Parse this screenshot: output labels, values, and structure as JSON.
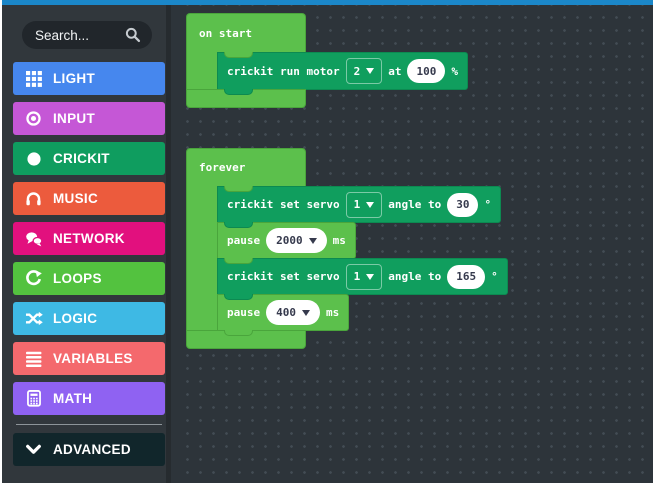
{
  "chrome": {
    "top_bar_color": "#1b87c9",
    "sidebar_bg": "#31373c",
    "workspace_bg": "#2d343a"
  },
  "sidebar": {
    "search": {
      "placeholder": "Search...",
      "icon": "search-icon"
    },
    "categories": [
      {
        "label": "LIGHT",
        "color": "#4687ee",
        "icon": "grid-icon"
      },
      {
        "label": "INPUT",
        "color": "#c557d6",
        "icon": "target-icon"
      },
      {
        "label": "CRICKIT",
        "color": "#0f9d5f",
        "icon": "circle-icon"
      },
      {
        "label": "MUSIC",
        "color": "#ec5b3d",
        "icon": "headphones-icon"
      },
      {
        "label": "NETWORK",
        "color": "#e2107e",
        "icon": "chat-icon"
      },
      {
        "label": "LOOPS",
        "color": "#53c23f",
        "icon": "refresh-icon"
      },
      {
        "label": "LOGIC",
        "color": "#3eb9e4",
        "icon": "shuffle-icon"
      },
      {
        "label": "VARIABLES",
        "color": "#f4696d",
        "icon": "lines-icon"
      },
      {
        "label": "MATH",
        "color": "#8f62f2",
        "icon": "calculator-icon"
      }
    ],
    "advanced": {
      "label": "ADVANCED",
      "color": "#11262b",
      "icon": "chevron-down-icon"
    }
  },
  "blocks": {
    "crickit_color": "#109e5e",
    "loops_color": "#5cc04c",
    "on_start": {
      "hat": "on start",
      "motor_block": {
        "label": "crickit run motor",
        "motor": "2",
        "at_label": "at",
        "speed": "100",
        "unit": "%"
      }
    },
    "forever": {
      "hat": "forever",
      "servo1": {
        "label": "crickit set servo",
        "servo": "1",
        "angle_label": "angle to",
        "angle": "30",
        "unit": "°"
      },
      "pause1": {
        "label": "pause",
        "duration": "2000",
        "unit": "ms"
      },
      "servo2": {
        "label": "crickit set servo",
        "servo": "1",
        "angle_label": "angle to",
        "angle": "165",
        "unit": "°"
      },
      "pause2": {
        "label": "pause",
        "duration": "400",
        "unit": "ms"
      }
    }
  }
}
